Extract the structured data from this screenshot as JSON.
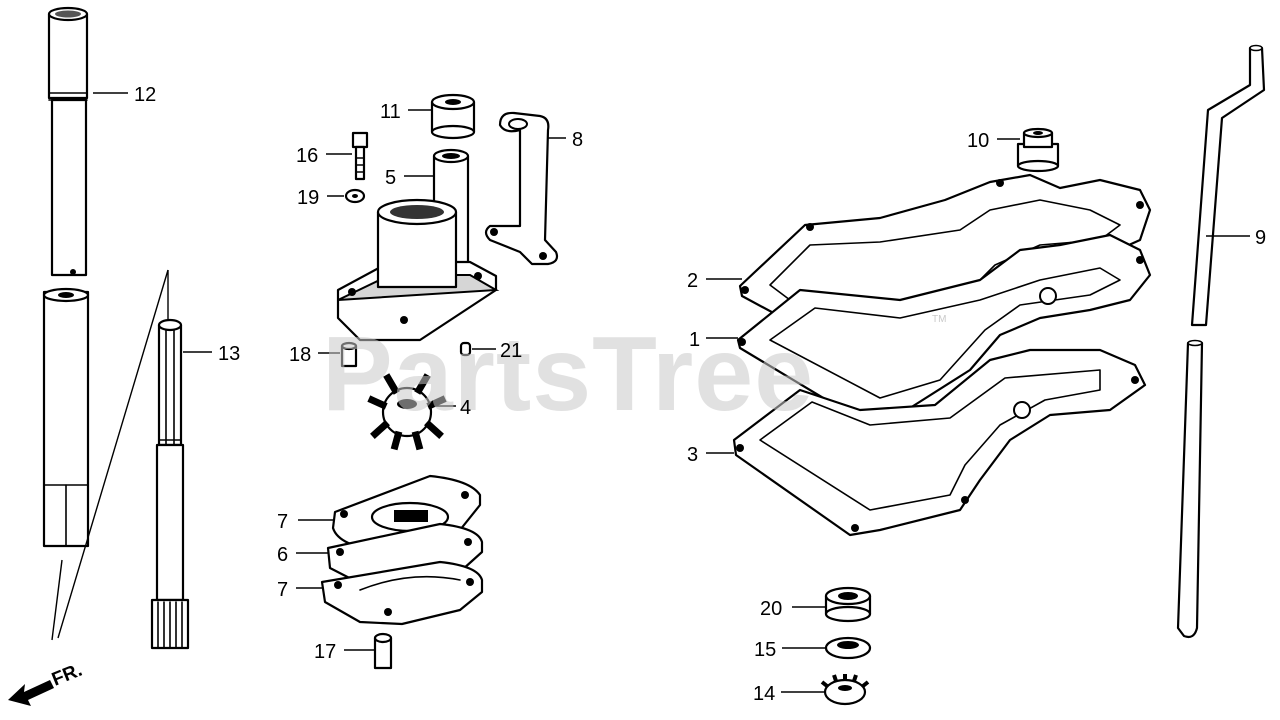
{
  "watermark": {
    "text": "PartsTree",
    "trademark": "TM"
  },
  "direction": {
    "label": "FR."
  },
  "callouts": [
    {
      "id": "c1",
      "label": "1"
    },
    {
      "id": "c2",
      "label": "2"
    },
    {
      "id": "c3",
      "label": "3"
    },
    {
      "id": "c4",
      "label": "4"
    },
    {
      "id": "c5",
      "label": "5"
    },
    {
      "id": "c6",
      "label": "6"
    },
    {
      "id": "c7a",
      "label": "7"
    },
    {
      "id": "c7b",
      "label": "7"
    },
    {
      "id": "c8",
      "label": "8"
    },
    {
      "id": "c9",
      "label": "9"
    },
    {
      "id": "c10",
      "label": "10"
    },
    {
      "id": "c11",
      "label": "11"
    },
    {
      "id": "c12",
      "label": "12"
    },
    {
      "id": "c13",
      "label": "13"
    },
    {
      "id": "c14",
      "label": "14"
    },
    {
      "id": "c15",
      "label": "15"
    },
    {
      "id": "c16",
      "label": "16"
    },
    {
      "id": "c17",
      "label": "17"
    },
    {
      "id": "c18",
      "label": "18"
    },
    {
      "id": "c19",
      "label": "19"
    },
    {
      "id": "c20",
      "label": "20"
    },
    {
      "id": "c21",
      "label": "21"
    }
  ]
}
